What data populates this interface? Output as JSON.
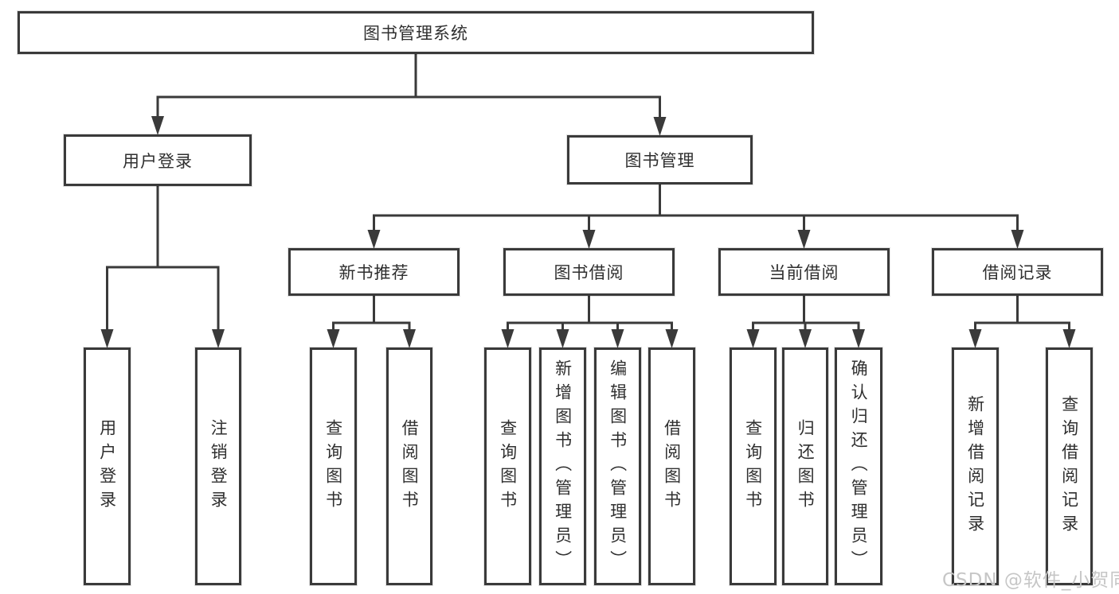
{
  "diagram_title": "图书管理系统",
  "tree": {
    "label": "图书管理系统",
    "children": [
      {
        "label": "用户登录",
        "children": [
          {
            "label": "用户登录"
          },
          {
            "label": "注销登录"
          }
        ]
      },
      {
        "label": "图书管理",
        "children": [
          {
            "label": "新书推荐",
            "children": [
              {
                "label": "查询图书"
              },
              {
                "label": "借阅图书"
              }
            ]
          },
          {
            "label": "图书借阅",
            "children": [
              {
                "label": "查询图书"
              },
              {
                "label": "新增图书（管理员）"
              },
              {
                "label": "编辑图书（管理员）"
              },
              {
                "label": "借阅图书"
              }
            ]
          },
          {
            "label": "当前借阅",
            "children": [
              {
                "label": "查询图书"
              },
              {
                "label": "归还图书"
              },
              {
                "label": "确认归还（管理员）"
              }
            ]
          },
          {
            "label": "借阅记录",
            "children": [
              {
                "label": "新增借阅记录"
              },
              {
                "label": "查询借阅记录"
              }
            ]
          }
        ]
      }
    ]
  },
  "watermark": {
    "text": "CSDN @软件_小贺同学"
  },
  "colors": {
    "line": "#3a3a3a",
    "box_border": "#3a3a3a",
    "box_fill": "#ffffff",
    "text": "#2f2f2f",
    "watermark": "#c6c6c6",
    "background": "#ffffff"
  }
}
